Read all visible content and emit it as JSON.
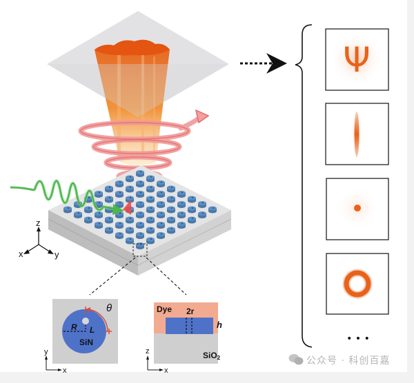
{
  "figure": {
    "title": "Metasurface-based structured light generation schematic",
    "axes_main": {
      "z": "z",
      "x": "x",
      "y": "y"
    },
    "inset_top_view": {
      "labels": {
        "theta": "θ",
        "R": "R",
        "L": "L",
        "material": "SiN"
      },
      "axes": {
        "y": "y",
        "x": "x"
      }
    },
    "inset_side_view": {
      "labels": {
        "dye": "Dye",
        "hole_width": "2r",
        "height": "h",
        "substrate_base": "SiO",
        "substrate_sub": "2"
      },
      "axes": {
        "z": "z",
        "x": "x"
      }
    },
    "output_patterns": [
      {
        "name": "psi-pattern",
        "glyph": "Ψ"
      },
      {
        "name": "line-pattern"
      },
      {
        "name": "dot-pattern"
      },
      {
        "name": "ring-pattern"
      }
    ],
    "ellipsis": "• • •",
    "colors": {
      "beam": "#e8621a",
      "helix": "#f08c8c",
      "pump": "#5cc25c",
      "pillar": "#5b8ec4",
      "substrate": "#c8c8c8",
      "dye": "#f2a98c",
      "sin": "#4f72c9",
      "pattern": "#e8621a"
    }
  },
  "watermark": {
    "text": "公众号 · 科创百嘉"
  }
}
